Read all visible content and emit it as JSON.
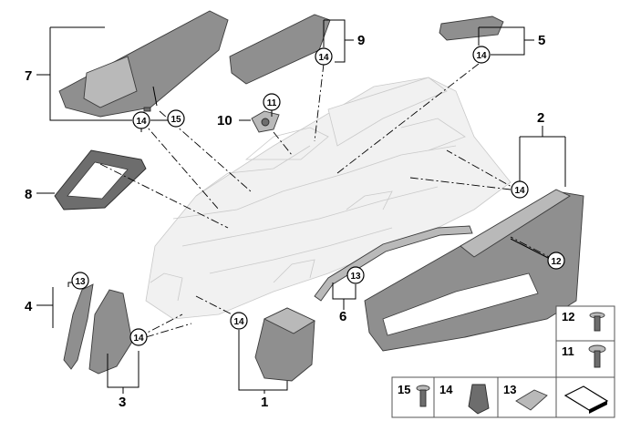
{
  "callouts": {
    "c1": "1",
    "c2": "2",
    "c3": "3",
    "c4": "4",
    "c5": "5",
    "c6": "6",
    "c7": "7",
    "c8": "8",
    "c9": "9",
    "c10": "10"
  },
  "circles": {
    "k7": "14",
    "k15": "15",
    "k9": "14",
    "k5": "14",
    "k11": "11",
    "k2": "14",
    "k12": "12",
    "k4": "13",
    "k3": "14",
    "k6": "13",
    "k1": "14"
  },
  "legend": {
    "r12": "12",
    "r11": "11",
    "b15": "15",
    "b14": "14",
    "b13": "13"
  }
}
